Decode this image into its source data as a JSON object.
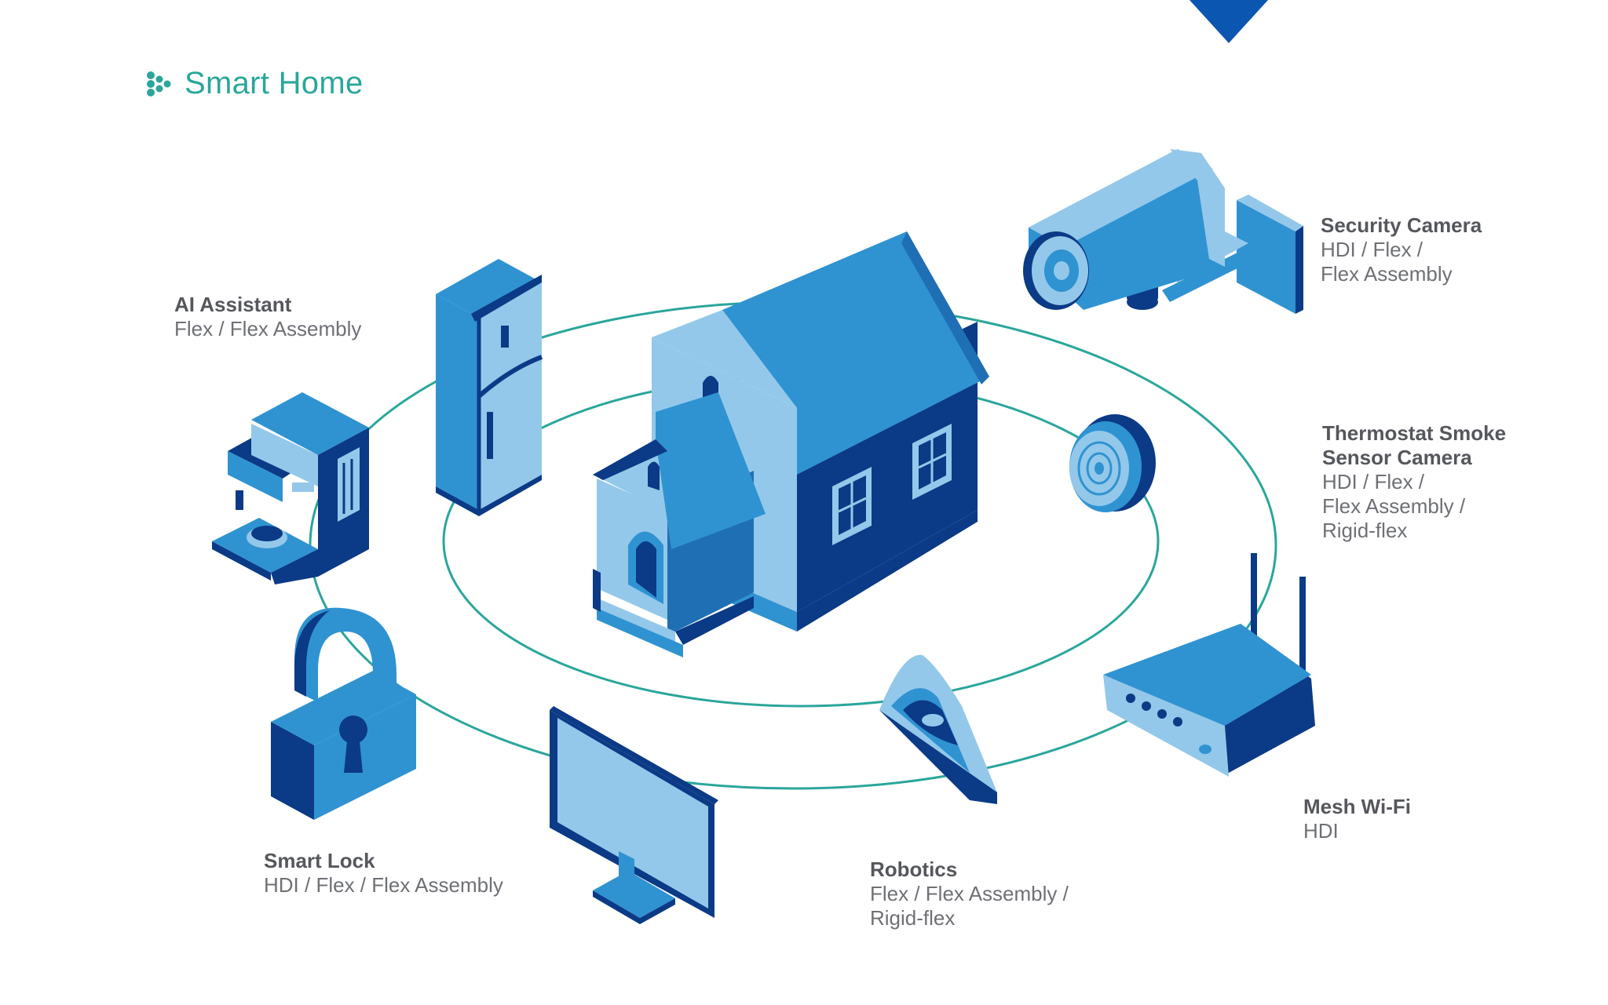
{
  "title": "Smart Home",
  "colors": {
    "accent": "#2aa69b",
    "blue_dark": "#0b3a86",
    "blue_mid": "#2f93d1",
    "blue_light": "#93c8ea",
    "ring": "#2aa69b"
  },
  "devices": [
    {
      "id": "ai-assistant",
      "name": "AI Assistant",
      "tech": "Flex / Flex Assembly",
      "icon": "coffee-machine-icon"
    },
    {
      "id": "security-camera",
      "name": "Security Camera",
      "tech": "HDI / Flex /\nFlex Assembly",
      "icon": "security-camera-icon"
    },
    {
      "id": "thermostat",
      "name": "Thermostat Smoke\nSensor Camera",
      "tech": "HDI / Flex /\nFlex Assembly /\nRigid-flex",
      "icon": "smoke-sensor-icon"
    },
    {
      "id": "mesh-wifi",
      "name": "Mesh Wi-Fi",
      "tech": "HDI",
      "icon": "router-icon"
    },
    {
      "id": "robotics",
      "name": "Robotics",
      "tech": "Flex / Flex Assembly /\nRigid-flex",
      "icon": "iron-icon"
    },
    {
      "id": "smart-lock",
      "name": "Smart Lock",
      "tech": "HDI / Flex / Flex Assembly",
      "icon": "padlock-icon"
    }
  ]
}
